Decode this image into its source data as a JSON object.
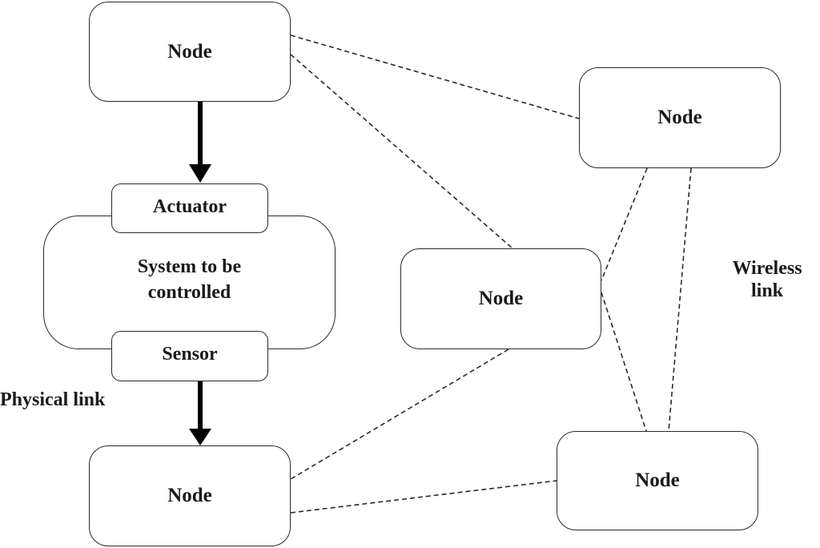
{
  "nodes": [
    {
      "id": "node-top-left",
      "label": "Node"
    },
    {
      "id": "node-top-right",
      "label": "Node"
    },
    {
      "id": "node-middle",
      "label": "Node"
    },
    {
      "id": "node-bottom-left",
      "label": "Node"
    },
    {
      "id": "node-bottom-right",
      "label": "Node"
    }
  ],
  "system": {
    "label_line1": "System to be",
    "label_line2": "controlled",
    "actuator_label": "Actuator",
    "sensor_label": "Sensor"
  },
  "labels": {
    "physical_link": "Physical link",
    "wireless_line1": "Wireless",
    "wireless_line2": "link"
  },
  "colors": {
    "stroke": "#2a2a2a",
    "arrow": "#000000",
    "text": "#1a1a1a"
  }
}
